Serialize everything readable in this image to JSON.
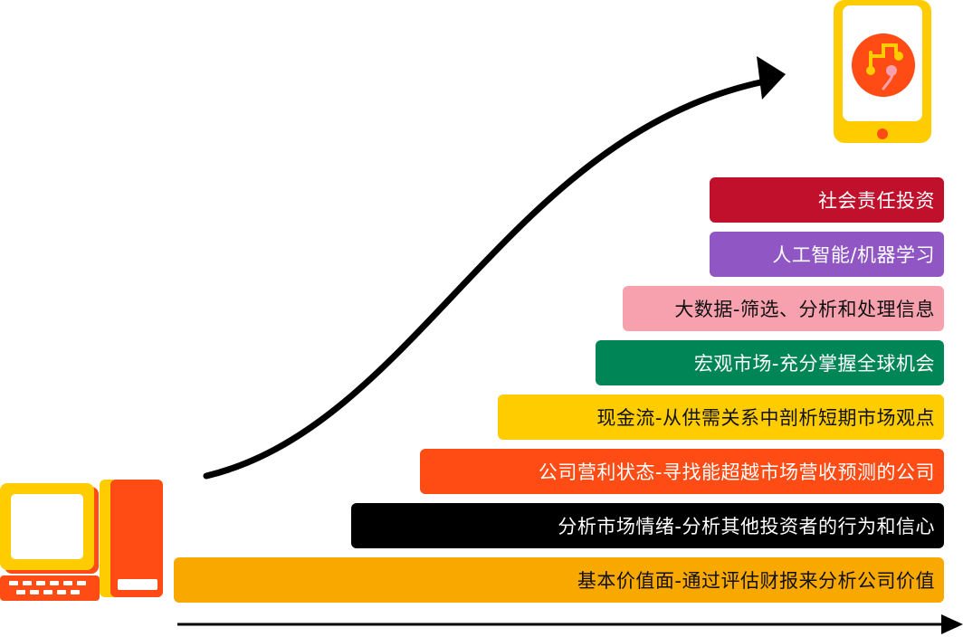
{
  "steps": [
    {
      "label": "社会责任投资",
      "color": "#C0102C",
      "text_color": "#ffffff"
    },
    {
      "label": "人工智能/机器学习",
      "color": "#9057C4",
      "text_color": "#ffffff"
    },
    {
      "label": "大数据-筛选、分析和处理信息",
      "color": "#F7A1AE",
      "text_color": "#111111"
    },
    {
      "label": "宏观市场-充分掌握全球机会",
      "color": "#008557",
      "text_color": "#ffffff"
    },
    {
      "label": "现金流-从供需关系中剖析短期市场观点",
      "color": "#FFCC00",
      "text_color": "#111111"
    },
    {
      "label": "公司营利状态-寻找能超越市场营收预测的公司",
      "color": "#FF4B14",
      "text_color": "#ffffff"
    },
    {
      "label": "分析市场情绪-分析其他投资者的行为和信心",
      "color": "#000000",
      "text_color": "#ffffff"
    },
    {
      "label": "基本价值面-通过评估财报来分析公司价值",
      "color": "#F9A800",
      "text_color": "#111111"
    }
  ],
  "icons": {
    "start": "desktop-computer-icon",
    "end": "smartphone-app-icon"
  }
}
